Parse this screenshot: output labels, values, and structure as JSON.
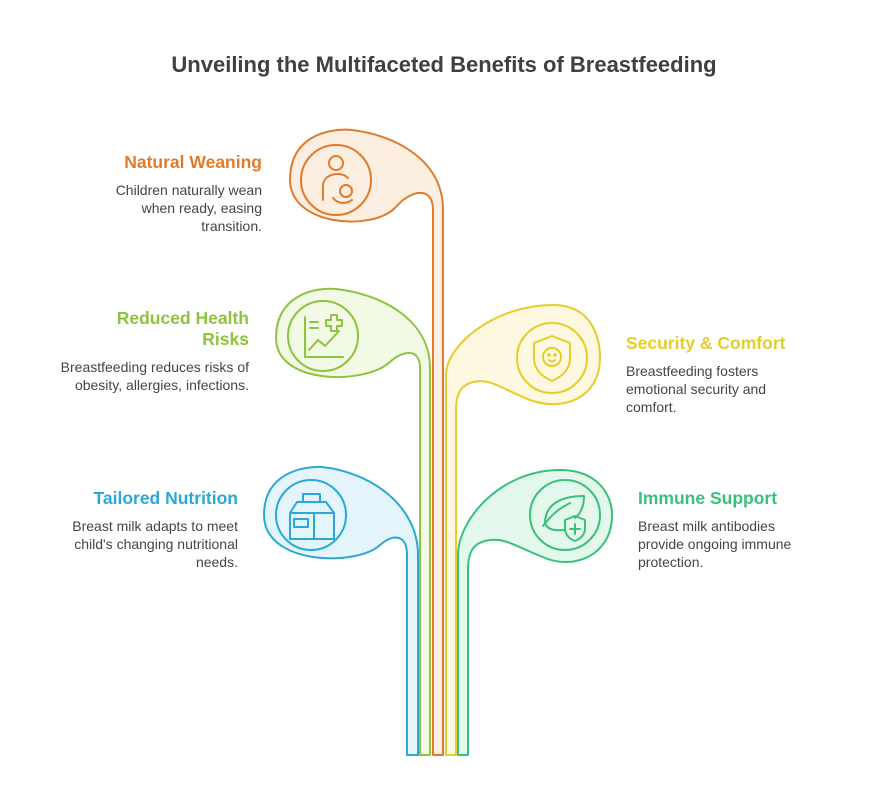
{
  "title": "Unveiling the Multifaceted Benefits of Breastfeeding",
  "benefits": [
    {
      "heading": "Natural Weaning",
      "description": "Children naturally wean when ready, easing transition.",
      "color": "#E07B2C",
      "fill": "#FDEEE2",
      "icon": "mother-child-icon"
    },
    {
      "heading": "Reduced Health Risks",
      "description": "Breastfeeding reduces risks of obesity, allergies, infections.",
      "color": "#8DC43D",
      "fill": "#F2F9E4",
      "icon": "health-chart-icon"
    },
    {
      "heading": "Security & Comfort",
      "description": "Breastfeeding fosters emotional security and comfort.",
      "color": "#E5CD2A",
      "fill": "#FDF8DF",
      "icon": "baby-shield-icon"
    },
    {
      "heading": "Tailored Nutrition",
      "description": "Breast milk adapts to meet child's changing nutritional needs.",
      "color": "#2BA8D6",
      "fill": "#E4F4FB",
      "icon": "milk-carton-icon"
    },
    {
      "heading": "Immune Support",
      "description": "Breast milk antibodies provide ongoing immune protection.",
      "color": "#3BC07A",
      "fill": "#E4F7EC",
      "icon": "leaf-shield-icon"
    }
  ]
}
